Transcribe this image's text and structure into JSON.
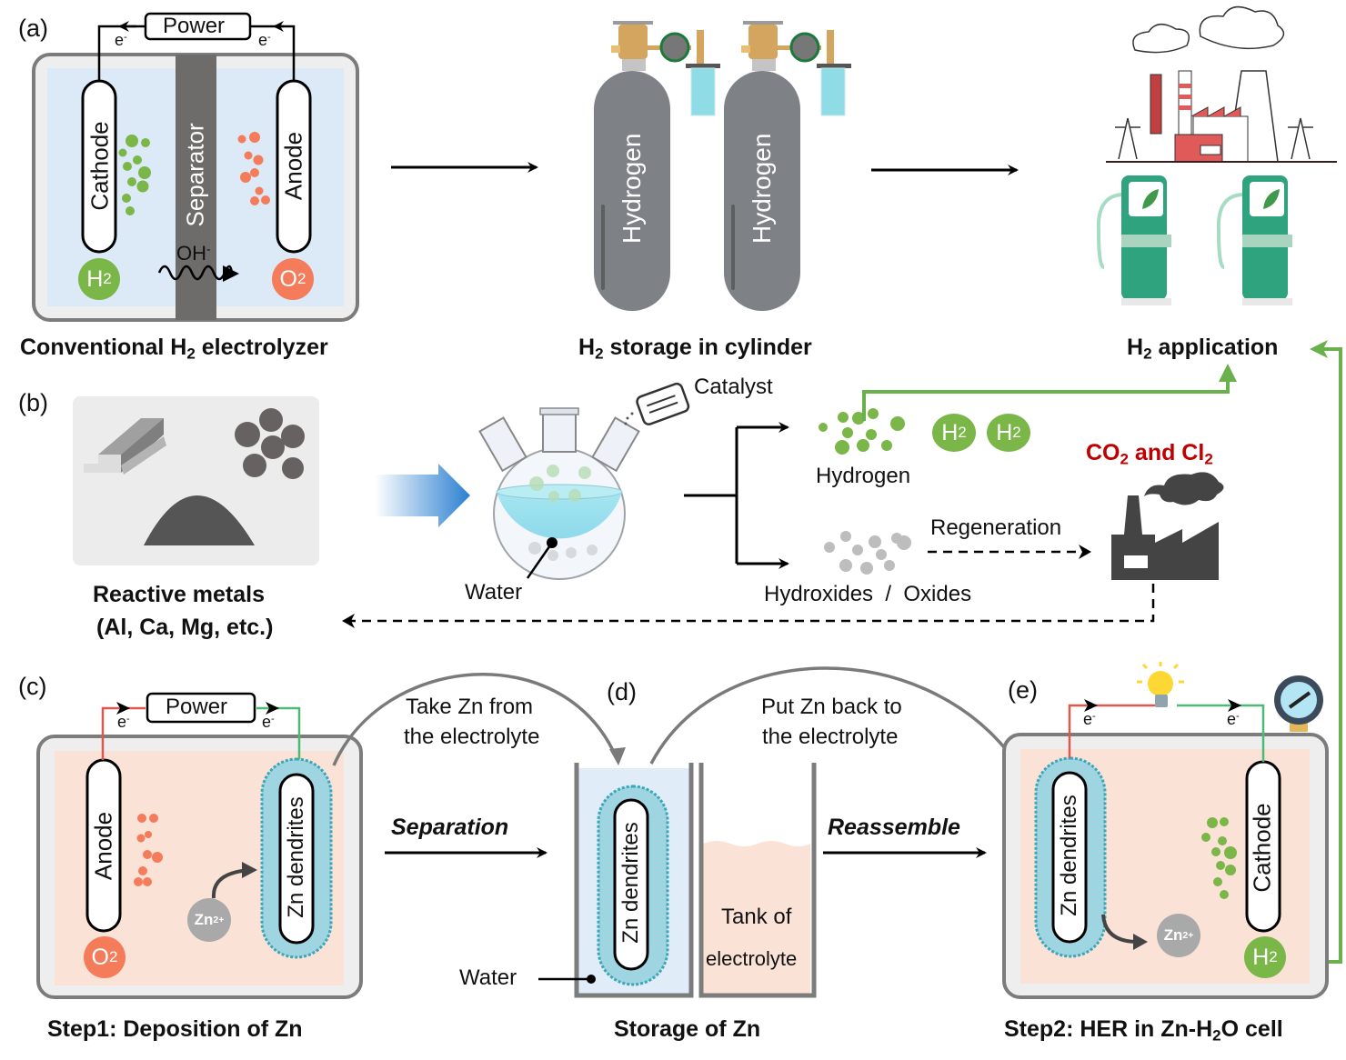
{
  "panels": {
    "a": {
      "letter": "(a)",
      "power_label": "Power",
      "electron_label": "e",
      "electron_charge": "-",
      "cathode_label": "Cathode",
      "anode_label": "Anode",
      "separator_label": "Separator",
      "ion_label": "OH",
      "ion_charge": "-",
      "h2_badge": {
        "main": "H",
        "sub": "2"
      },
      "o2_badge": {
        "main": "O",
        "sub": "2"
      },
      "caption": {
        "pre": "Conventional H",
        "sub": "2",
        "post": " electrolyzer"
      },
      "storage_caption": {
        "pre": "H",
        "sub": "2",
        "post": " storage in cylinder"
      },
      "cylinder_label": "Hydrogen",
      "application_caption": {
        "pre": "H",
        "sub": "2",
        "post": " application"
      }
    },
    "b": {
      "letter": "(b)",
      "metals_caption_line1": "Reactive metals",
      "metals_caption_line2": "(Al, Ca, Mg, etc.)",
      "catalyst_label": "Catalyst",
      "water_label": "Water",
      "hydrogen_label": "Hydrogen",
      "h2_badge": {
        "main": "H",
        "sub": "2"
      },
      "byproduct_label": "Hydroxides  /  Oxides",
      "regeneration_label": "Regeneration",
      "emission_label": {
        "a": "CO",
        "a_sub": "2",
        "mid": " and Cl",
        "b_sub": "2"
      }
    },
    "c": {
      "letter": "(c)",
      "power_label": "Power",
      "electron_label": "e",
      "electron_charge": "-",
      "anode_label": "Anode",
      "dendrite_label": "Zn dendrites",
      "zn_ion": {
        "main": "Zn",
        "sup": "2+"
      },
      "o2_badge": {
        "main": "O",
        "sub": "2"
      },
      "caption": "Step1: Deposition of Zn"
    },
    "d": {
      "letter": "(d)",
      "take_label_line1": "Take Zn from",
      "take_label_line2": "the electrolyte",
      "put_label_line1": "Put Zn back to",
      "put_label_line2": "the electrolyte",
      "separation_label": "Separation",
      "reassemble_label": "Reassemble",
      "dendrite_label": "Zn dendrites",
      "water_label": "Water",
      "tank_label_line1": "Tank of",
      "tank_label_line2": "electrolyte",
      "caption": "Storage of Zn"
    },
    "e": {
      "letter": "(e)",
      "electron_label": "e",
      "electron_charge": "-",
      "dendrite_label": "Zn dendrites",
      "cathode_label": "Cathode",
      "zn_ion": {
        "main": "Zn",
        "sup": "2+"
      },
      "h2_badge": {
        "main": "H",
        "sub": "2"
      },
      "caption": {
        "pre": "Step2: HER in Zn-H",
        "sub": "2",
        "post": "O cell"
      }
    }
  },
  "colors": {
    "h2_green": "#7ab648",
    "o2_orange": "#f47c5a",
    "electrolyte_blue": "#dce9f6",
    "electrolyte_peach": "#fbe2d6",
    "separator_gray": "#6e6b6b",
    "emission_red": "#c00000",
    "dendrite_teal": "#3aa6b9",
    "wire_red": "#d9594c",
    "wire_green": "#4cba74",
    "flow_green": "#6ab04c"
  }
}
